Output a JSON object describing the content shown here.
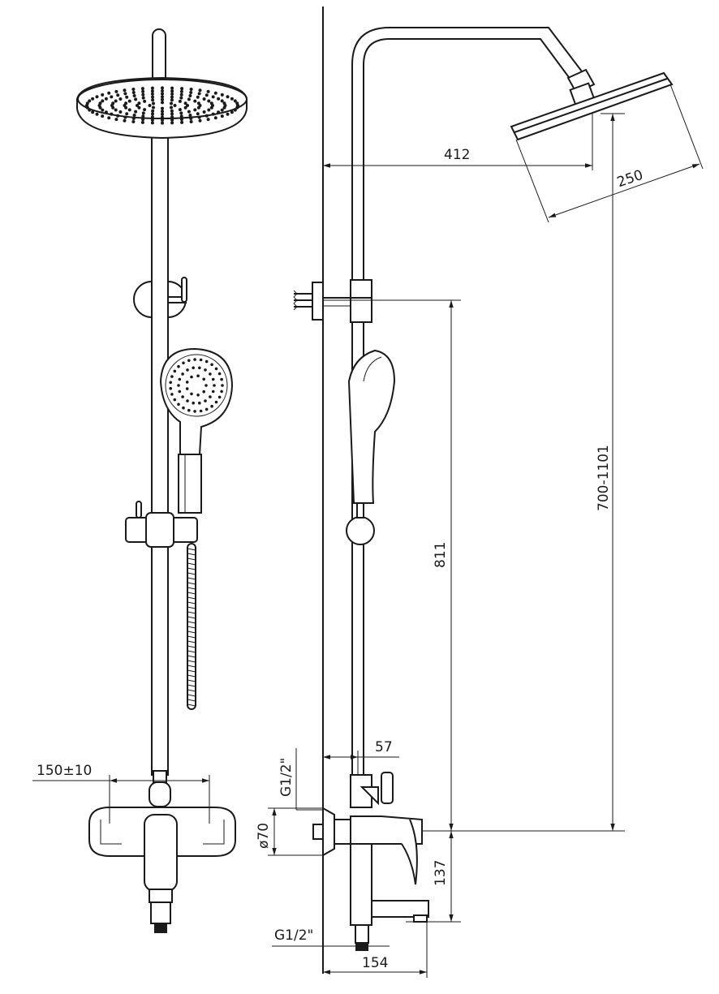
{
  "dimensions": {
    "arm_reach": "412",
    "head_diameter": "250",
    "height_range": "700-1101",
    "bracket_height": "811",
    "pipe_offset": "57",
    "inlet_thread_top": "G1/2\"",
    "flange_diameter": "ø70",
    "spout_drop": "137",
    "outlet_thread": "G1/2\"",
    "spout_length": "154",
    "inlet_spacing": "150±10"
  }
}
